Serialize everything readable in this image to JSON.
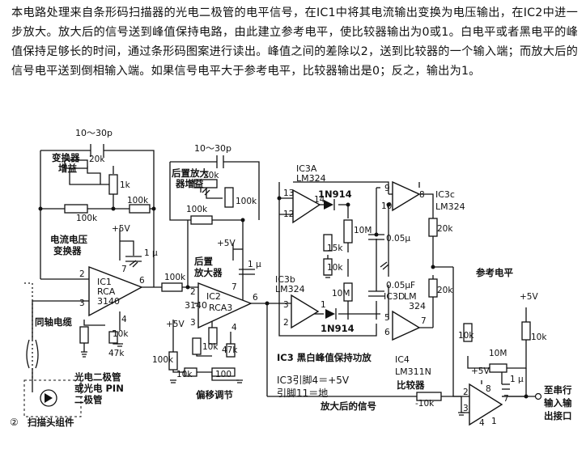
{
  "description_text": "本电路处理来自条形码扫描器的光电二极管的电平信号，在IC1中将其电流输出变换为电压输出，在IC2中进一步放大。放大后的信号送到峰值保持电路，由此建立参考电平，使比较器输出为0或1。白电平或者黑电平的峰值保持足够长的时间，通过条形码图案进行读出。峰值之间的差除以2，送到比较器的一个输入端；而放大后的信号电平送到倒相输入端。如果信号电平大于参考电平，比较器输出是0；反之，输出为1。",
  "labels": {
    "cap_c1": "10～30p",
    "cap_c2": "10～30p",
    "conv_gain": [
      "变换器",
      "增益"
    ],
    "post_gain": [
      "后置放大",
      "器增益"
    ],
    "iv_converter": [
      "电流电压",
      "变换器"
    ],
    "post_amp": [
      "后置",
      "放大器"
    ],
    "coax": "同轴电缆",
    "photodiode": [
      "光电二极管",
      "或光电 PIN",
      "二极管"
    ],
    "scan_head": "扫描头组件",
    "scan_num": "②",
    "offset_adj": "偏移调节",
    "peak_hold": "IC3 黑白峰值保持功放",
    "ic_note": [
      "IC3引脚4＝+5V",
      "引脚11＝地"
    ],
    "amplified_signal": "放大后的信号",
    "ref_level": "参考电平",
    "comparator": [
      "IC4",
      "LM311N",
      "比较器"
    ],
    "output_port": [
      "至串行",
      "输入输",
      "出接口"
    ]
  },
  "ic": {
    "ic1": [
      "IC1",
      "RCA",
      "3140"
    ],
    "ic2": [
      "IC2",
      "3140",
      "RCA3"
    ],
    "ic3a": [
      "IC3A",
      "LM324"
    ],
    "ic3b": [
      "IC3b",
      "LM324"
    ],
    "ic3c": [
      "IC3c",
      "LM324"
    ],
    "ic3d": [
      "IC3D",
      "LM",
      "324"
    ]
  },
  "parts": {
    "r20k_a": "20k",
    "r1k": "1k",
    "r100k_a": "100k",
    "r100k_b": "100k",
    "r100k_c": "100k",
    "r10k_a": "10k",
    "r47k_a": "47k",
    "r20k_b": "20k",
    "r100k_d": "100k",
    "r100k_e": "100k",
    "r10k_b": "10k",
    "r47k_b": "47k",
    "r100k_f": "100k",
    "r10k_c": "10k",
    "r100_a": "100",
    "r10m_a": "10M",
    "r15k": "15k",
    "r10k_d": "10k",
    "r10m_b": "10M",
    "r20k_c": "20k",
    "r20k_d": "20k",
    "r10k_e": "10k",
    "r10m_c": "10M",
    "r10k_f": "10k",
    "r10k_g": "-10k",
    "c005a": "0.05μ",
    "c005b": "0.05μF",
    "c1u_a": "1 μ",
    "c1u_b": "1 μ",
    "c1u_c": "1 μ",
    "d1": "1N914",
    "d2": "1N914",
    "vcc": "+5V"
  },
  "pins": [
    "2",
    "3",
    "7",
    "4",
    "6",
    "2",
    "3",
    "7",
    "4",
    "6",
    "13",
    "12",
    "14",
    "9",
    "10",
    "8",
    "3",
    "2",
    "1",
    "5",
    "6",
    "7",
    "2",
    "3",
    "8",
    "7",
    "4",
    "1"
  ]
}
